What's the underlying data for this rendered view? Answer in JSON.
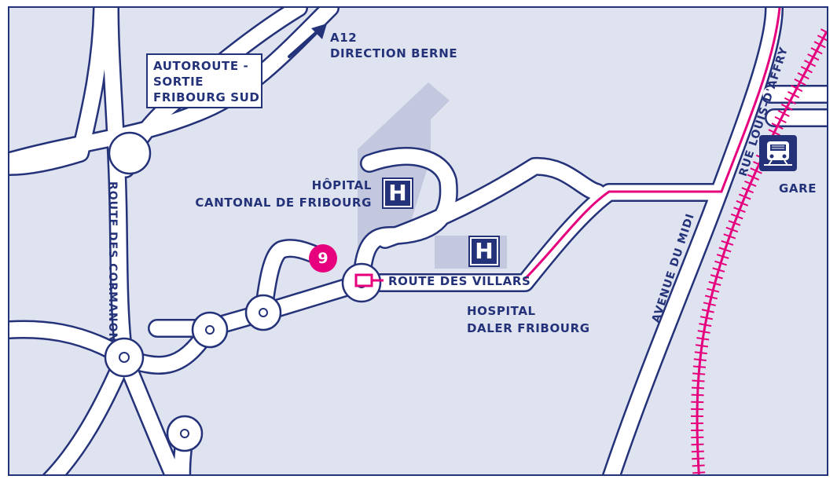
{
  "labels": {
    "a12": [
      "A12",
      "DIRECTION BERNE"
    ],
    "exit": [
      "AUTOROUTE -",
      "SORTIE",
      "FRIBOURG SUD"
    ],
    "hopital_cantonal": [
      "HÔPITAL",
      "CANTONAL DE FRIBOURG"
    ],
    "daler": [
      "HOSPITAL",
      "DALER FRIBOURG"
    ],
    "villars": "ROUTE DES VILLARS",
    "cormanon": "ROUTE DES CORMANON",
    "midi": "AVENUE DU MIDI",
    "affry": "RUE LOUIS-D'AFFRY",
    "gare": "GARE",
    "exit_number": "9",
    "hospital_symbol": "H"
  },
  "icons": [
    "arrow-northeast-icon",
    "hospital-icon",
    "train-station-icon",
    "exit-number-badge"
  ],
  "colors": {
    "background": "#dfe2ef",
    "road_fill": "#ffffff",
    "road_outline": "#24327a",
    "route_highlight": "#e6007e",
    "railway": "#e6007e",
    "hospital_area": "#c3c8df"
  }
}
